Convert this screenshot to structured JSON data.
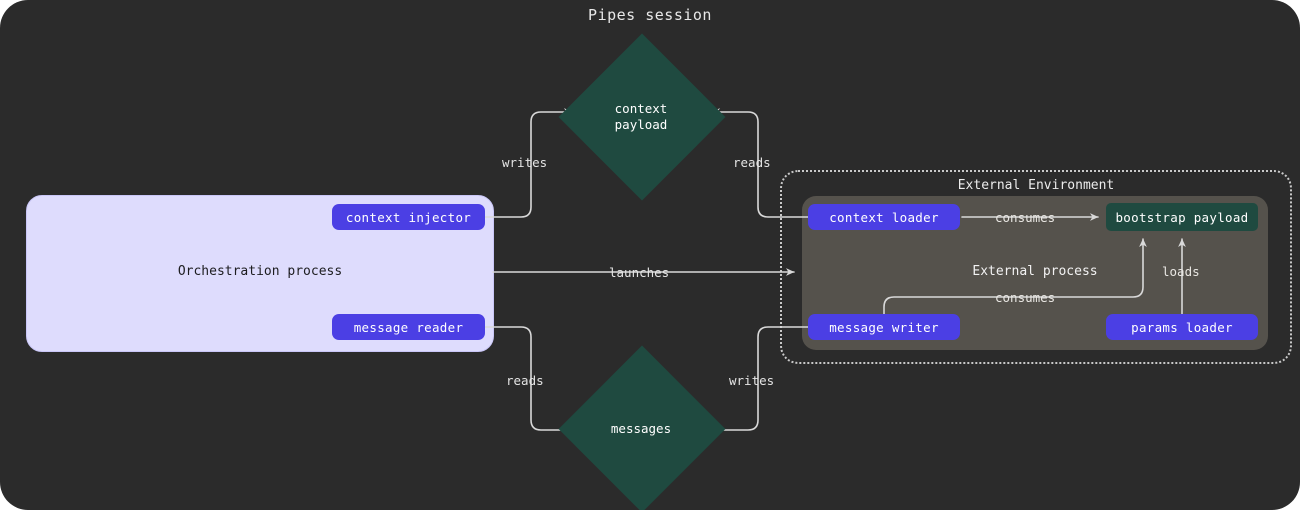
{
  "title": "Pipes session",
  "theme": {
    "canvas_bg": "#2b2b2b",
    "orchestration_bg": "#dedcfd",
    "external_process_bg": "#55524c",
    "chip_purple": "#4b3fe4",
    "chip_green": "#1f4a40",
    "edge_color": "#d9d9d9"
  },
  "orchestration": {
    "label": "Orchestration process",
    "nodes": [
      {
        "id": "context-injector",
        "label": "context injector"
      },
      {
        "id": "message-reader",
        "label": "message reader"
      }
    ]
  },
  "external_environment": {
    "label": "External Environment",
    "process_label": "External process",
    "nodes": [
      {
        "id": "context-loader",
        "label": "context loader"
      },
      {
        "id": "bootstrap-payload",
        "label": "bootstrap payload"
      },
      {
        "id": "message-writer",
        "label": "message writer"
      },
      {
        "id": "params-loader",
        "label": "params loader"
      }
    ]
  },
  "stores": [
    {
      "id": "context-payload",
      "line1": "context",
      "line2": "payload"
    },
    {
      "id": "messages",
      "line1": "messages",
      "line2": ""
    }
  ],
  "edges": [
    {
      "id": "writes-context",
      "label": "writes",
      "from": "context-injector",
      "to": "context-payload"
    },
    {
      "id": "reads-context",
      "label": "reads",
      "from": "context-loader",
      "to": "context-payload"
    },
    {
      "id": "launches",
      "label": "launches",
      "from": "orchestration-process",
      "to": "external-process"
    },
    {
      "id": "reads-messages",
      "label": "reads",
      "from": "message-reader",
      "to": "messages"
    },
    {
      "id": "writes-messages",
      "label": "writes",
      "from": "message-writer",
      "to": "messages"
    },
    {
      "id": "consumes-bootstrap",
      "label": "consumes",
      "from": "context-loader",
      "to": "bootstrap-payload"
    },
    {
      "id": "consumes-bootstrap-writer",
      "label": "consumes",
      "from": "message-writer",
      "to": "bootstrap-payload"
    },
    {
      "id": "loads-bootstrap",
      "label": "loads",
      "from": "params-loader",
      "to": "bootstrap-payload"
    }
  ]
}
